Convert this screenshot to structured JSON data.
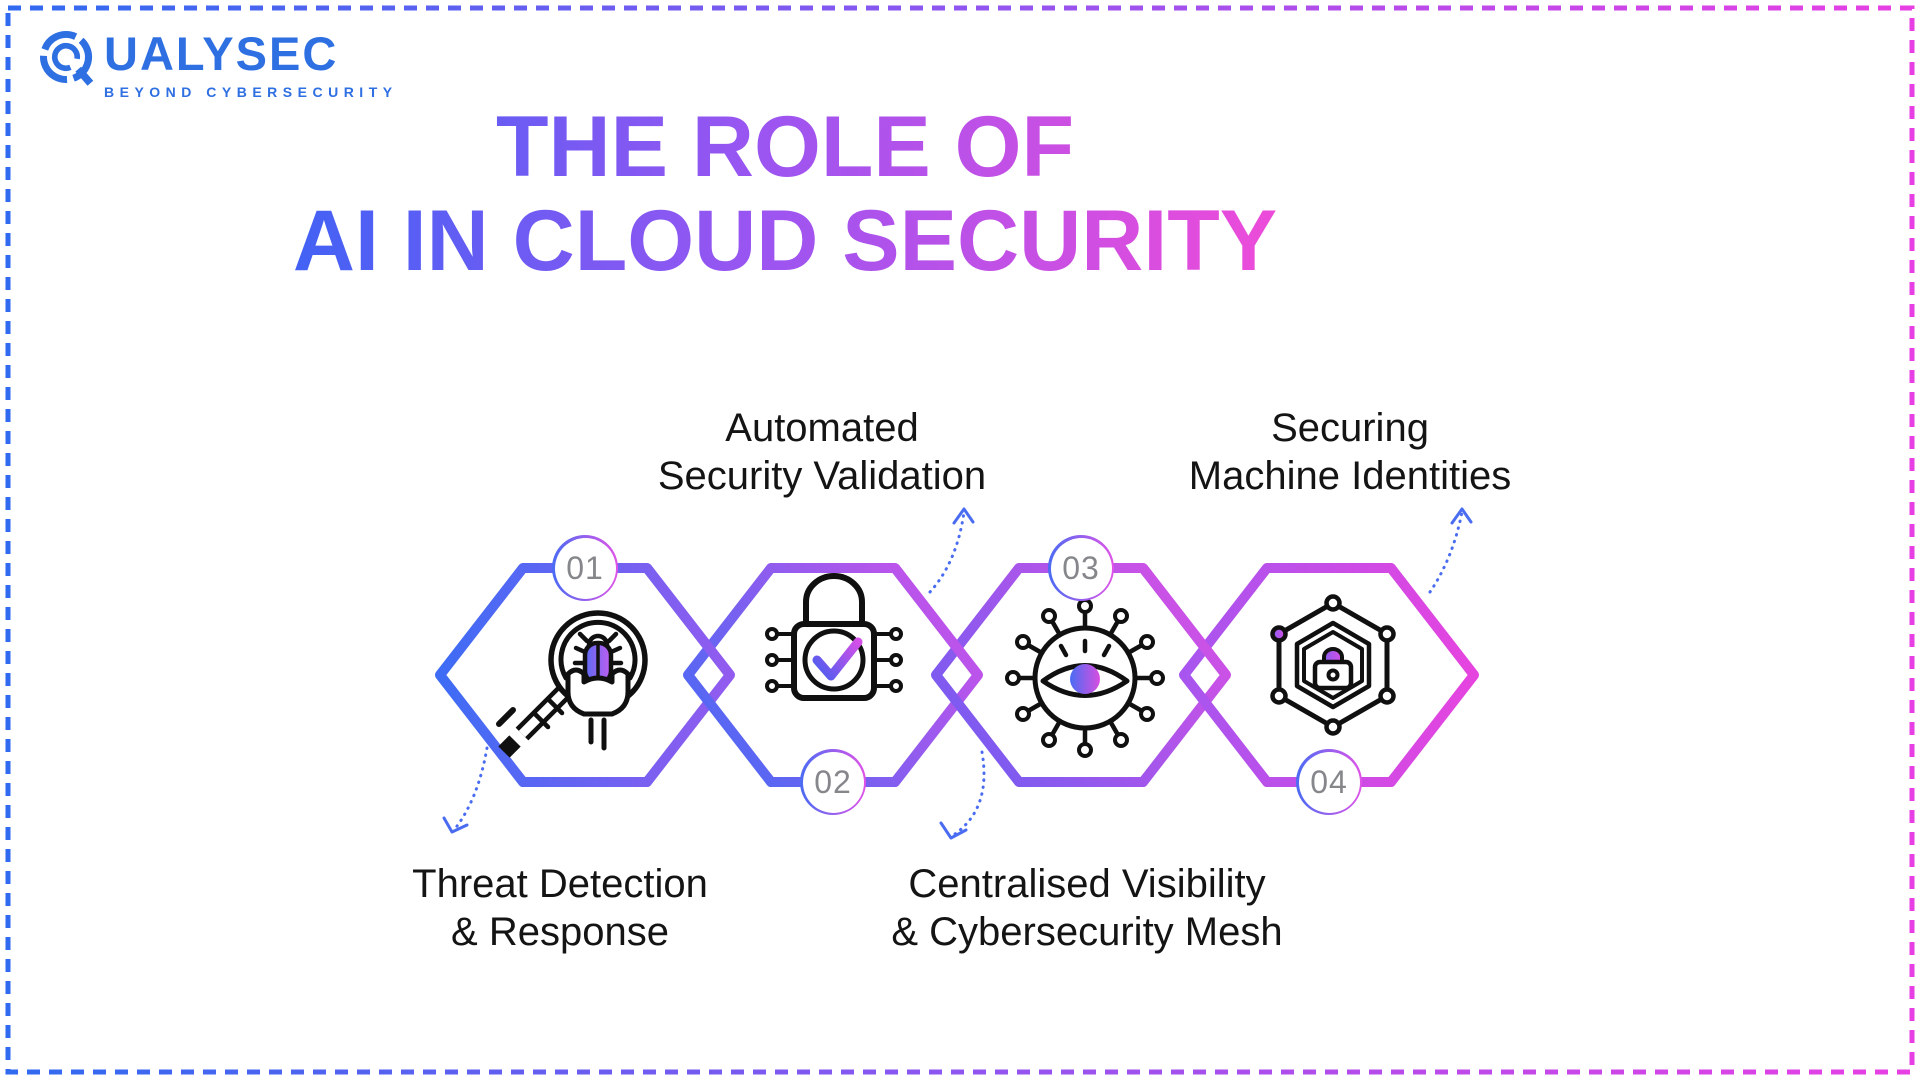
{
  "page": {
    "background": "#ffffff"
  },
  "border": {
    "color_left": "#2f6af0",
    "color_mid": "#8f55f0",
    "color_right": "#e83fe3",
    "style": "dashed"
  },
  "logo": {
    "brand": "QUALYSEC",
    "brand_letters": "UALYSEC",
    "tagline": "BEYOND CYBERSECURITY",
    "color": "#2e6fe2"
  },
  "title": {
    "line1": "THE ROLE OF",
    "line2": "AI IN CLOUD SECURITY",
    "gradient_start": "#3a63f5",
    "gradient_end": "#ef4bd9"
  },
  "steps": [
    {
      "number": "01",
      "icon": "bug-magnifier-icon",
      "label_lines": [
        "Threat Detection",
        "& Response"
      ],
      "badge_position": "top",
      "label_position": "below",
      "hex_colors": [
        "#3e6cf5",
        "#925bef"
      ]
    },
    {
      "number": "02",
      "icon": "lock-check-icon",
      "label_lines": [
        "Automated",
        "Security Validation"
      ],
      "badge_position": "bottom",
      "label_position": "above",
      "hex_colors": [
        "#3e6cf5",
        "#d64fe9"
      ]
    },
    {
      "number": "03",
      "icon": "eye-mesh-icon",
      "label_lines": [
        "Centralised Visibility",
        "& Cybersecurity Mesh"
      ],
      "badge_position": "top",
      "label_position": "below",
      "hex_colors": [
        "#6c5df2",
        "#de4fe4"
      ]
    },
    {
      "number": "04",
      "icon": "hex-lock-icon",
      "label_lines": [
        "Securing",
        "Machine Identities"
      ],
      "badge_position": "bottom",
      "label_position": "above",
      "hex_colors": [
        "#a855ef",
        "#e644df"
      ]
    }
  ],
  "arrow_color": "#4a6cf0"
}
